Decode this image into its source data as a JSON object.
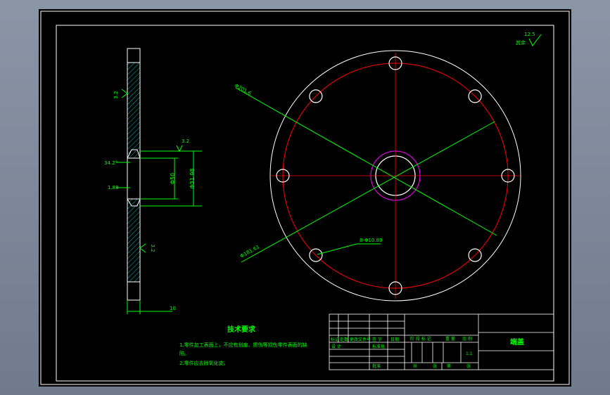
{
  "colors": {
    "background": "#000000",
    "frame": "#ffffff",
    "dimension": "#00ff00",
    "centerline": "#ff0000",
    "pitch_circle": "#ff0000",
    "hatch": "#00b4b4",
    "boss": "#ff00ff",
    "text": "#00ff00"
  },
  "drawing": {
    "side_view": {
      "roughness_top": "3.2",
      "roughness_bottom": "3.2",
      "roughness_bore": "3.2",
      "chamfer_angle": "34.2°",
      "chamfer_size": "1.88",
      "bore_dim": "Φ50",
      "recess_dim": "Φ31.98",
      "thickness": "10"
    },
    "front_view": {
      "outer_diameter": "Φ201.6",
      "bolt_circle": "Φ181.61",
      "holes": "8-Φ10.89",
      "hole_count": 8
    },
    "roughness_note": {
      "value": "12.5",
      "label": "其余"
    }
  },
  "notes": {
    "title": "技术要求",
    "line1": "1.零件加工表面上，不应有划痕、擦伤等损伤零件表面的缺",
    "line1_cont": "陷。",
    "line2": "2.零件应去除氧化皮。"
  },
  "title_block": {
    "part_name": "端盖",
    "headers_left": [
      "标记",
      "处数",
      "更改文件号",
      "签 字",
      "日期"
    ],
    "designer_label": "设 计",
    "standardization_label": "标准化",
    "approval_label": "批准",
    "stage_mark_label": "阶 段 标 记",
    "weight_label": "重 量",
    "scale_label": "比 例",
    "scale_value": "1:1",
    "sheet_total_label": "共",
    "sheet_label": "张",
    "sheet_num_label": "第",
    "sheet_num_suffix": "张"
  }
}
